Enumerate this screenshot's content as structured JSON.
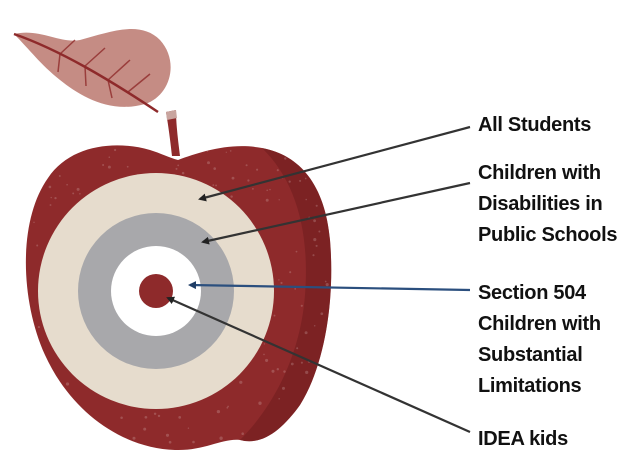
{
  "labels": {
    "all_students": "All Students",
    "disabilities": [
      "Children with",
      "Disabilities in",
      "Public Schools"
    ],
    "section504": [
      "Section 504",
      "Children with",
      "Substantial",
      "Limitations"
    ],
    "idea": "IDEA kids"
  },
  "colors": {
    "apple_red": "#8e2a2b",
    "apple_dark": "#6e1c1e",
    "ring_outer": "#e6dccd",
    "ring_middle": "#a8a8ab",
    "ring_inner": "#ffffff",
    "bullseye": "#8e2a2b",
    "leaf": "#c58c84",
    "arrow_dark": "#333333",
    "arrow_blue": "#2b4f7e",
    "text": "#111111"
  }
}
